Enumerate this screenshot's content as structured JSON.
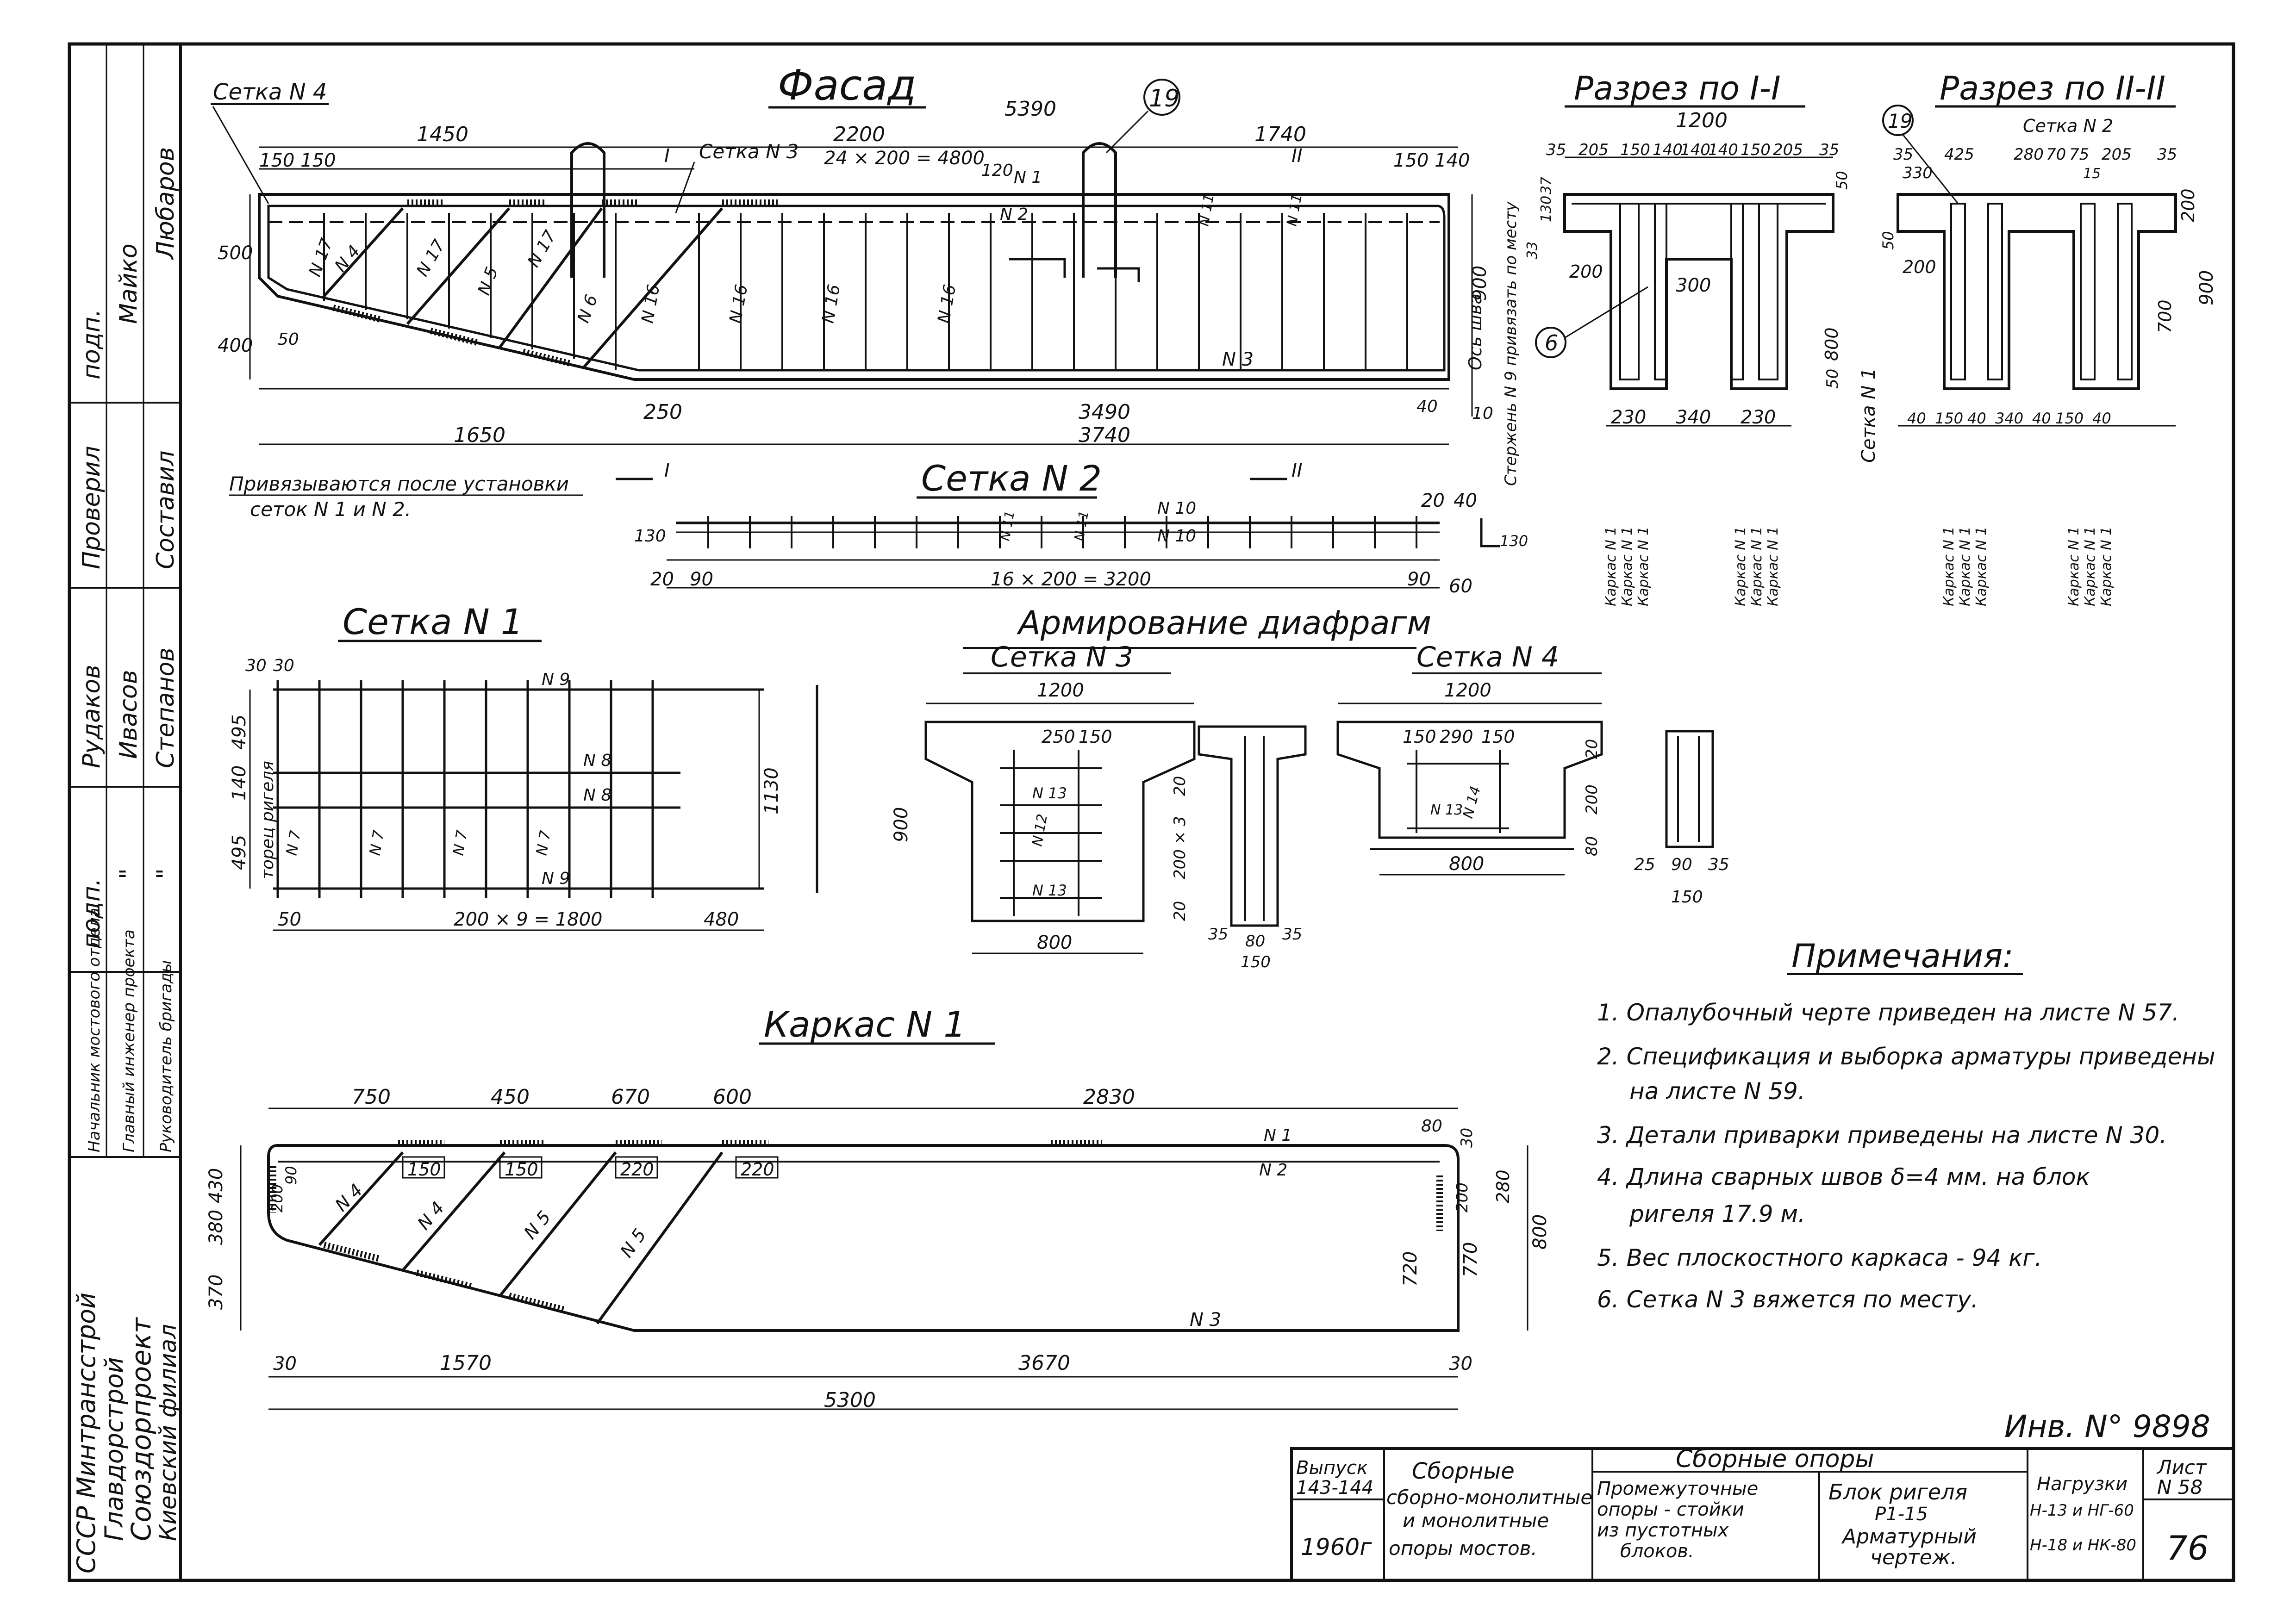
{
  "titles": {
    "facade": "Фасад",
    "section1": "Разрез по I-I",
    "section2": "Разрез по II-II",
    "mesh2": "Сетка N 2",
    "mesh1": "Сетка N 1",
    "diaphragms": "Армирование диафрагм",
    "mesh3": "Сетка N 3",
    "mesh4": "Сетка N 4",
    "frame1": "Каркас N 1",
    "notes": "Примечания:"
  },
  "facade": {
    "mesh4_label": "Сетка N 4",
    "mesh3_label": "Сетка N 3",
    "circle_19": "19",
    "dims": [
      "1450",
      "5390",
      "1740",
      "2200",
      "24 × 200 = 4800",
      "150 150",
      "150 140",
      "120",
      "500",
      "400",
      "50",
      "250",
      "3490",
      "3740",
      "1650",
      "40",
      "10",
      "900"
    ],
    "bars": [
      "N 17",
      "N 4",
      "N 17",
      "N 5",
      "N 17",
      "N 6",
      "N 16",
      "N 16",
      "N 16",
      "N 16",
      "N 1",
      "N 2",
      "N 11",
      "N 11",
      "N 3"
    ],
    "axis_label": "Ось шва",
    "rod_note": "Стержень N 9 привязать по месту",
    "bind_note_1": "Привязываются после установки",
    "bind_note_2": "сеток N 1 и N 2.",
    "cut1": "I",
    "cut2": "II"
  },
  "mesh2": {
    "dims": [
      "130",
      "20",
      "90",
      "16 × 200 = 3200",
      "90",
      "60",
      "20",
      "40",
      "130"
    ],
    "bars": [
      "N 10",
      "N 10",
      "N 11",
      "N 11"
    ]
  },
  "section1": {
    "dims": [
      "1200",
      "35",
      "205",
      "150",
      "140",
      "140",
      "140",
      "150",
      "205",
      "35",
      "50",
      "37",
      "130",
      "33",
      "200",
      "300",
      "800",
      "50",
      "230",
      "340",
      "230"
    ],
    "circle_6": "6",
    "side_label": "Сетка N 1",
    "frames": [
      "Каркас N 1",
      "Каркас N 1",
      "Каркас N 1",
      "Каркас N 1",
      "Каркас N 1",
      "Каркас N 1"
    ]
  },
  "section2": {
    "dims": [
      "35",
      "425",
      "280",
      "70",
      "75",
      "205",
      "35",
      "330",
      "15",
      "50",
      "200",
      "700",
      "900",
      "200",
      "40",
      "150",
      "40",
      "340",
      "40",
      "150",
      "40"
    ],
    "mesh2_label": "Сетка N 2",
    "circle_19": "19",
    "frames": [
      "Каркас N 1",
      "Каркас N 1",
      "Каркас N 1",
      "Каркас N 1",
      "Каркас N 1",
      "Каркас N 1"
    ]
  },
  "mesh1": {
    "dims": [
      "30",
      "30",
      "495",
      "140",
      "495",
      "50",
      "200 × 9 = 1800",
      "480",
      "1130"
    ],
    "side_labels": [
      "торец ригеля"
    ],
    "bars": [
      "N 9",
      "N 8",
      "N 8",
      "N 9",
      "N 7",
      "N 7",
      "N 7",
      "N 7"
    ]
  },
  "diaphragm3": {
    "dims": [
      "1200",
      "250",
      "150",
      "900",
      "800",
      "20",
      "200 × 3",
      "20",
      "35",
      "80",
      "35",
      "150"
    ],
    "bars": [
      "N 13",
      "N 12",
      "N 13"
    ]
  },
  "diaphragm4": {
    "dims": [
      "1200",
      "150",
      "290",
      "150",
      "20",
      "200",
      "80",
      "800",
      "25",
      "90",
      "35",
      "150"
    ],
    "bars": [
      "N 13",
      "N 14"
    ]
  },
  "frame1": {
    "dims_top": [
      "750",
      "450",
      "670",
      "600",
      "2830"
    ],
    "dims_weld": [
      "150",
      "150",
      "220",
      "220"
    ],
    "dims_left": [
      "430",
      "380",
      "370"
    ],
    "dims_right": [
      "80",
      "30",
      "280",
      "200",
      "720",
      "770",
      "800"
    ],
    "inner": [
      "200",
      "90"
    ],
    "dims_bottom": [
      "30",
      "1570",
      "3670",
      "30",
      "5300"
    ],
    "bars": [
      "N 1",
      "N 2",
      "N 4",
      "N 4",
      "N 5",
      "N 5",
      "N 3"
    ]
  },
  "notes": [
    "1. Опалубочный черте приведен на листе N 57.",
    "2. Спецификация и выборка арматуры приведены",
    "на листе N 59.",
    "3. Детали приварки приведены на листе N 30.",
    "4. Длина сварных швов δ=4 мм. на блок",
    "ригеля 17.9 м.",
    "5. Вес плоскостного каркаса - 94 кг.",
    "6. Сетка N 3 вяжется по месту."
  ],
  "inventory": "Инв. N° 9898",
  "left_strip": {
    "rows": [
      {
        "role": "подп.",
        "name": "Майко",
        "sub": "Любаров"
      },
      {
        "role": "Проверил",
        "name": "Составил"
      },
      {
        "role": "Рудаков",
        "name": "Ивасов",
        "sub": "Степанов"
      },
      {
        "role": "подп.",
        "name": "\"",
        "sub": "\""
      }
    ],
    "titles": [
      "Начальник мостового отдела",
      "Главный инженер проекта",
      "Руководитель бригады"
    ],
    "org": [
      "СССР Минтрансстрой",
      "Главдорстрой",
      "Союздорпроект",
      "Киевский филиал"
    ]
  },
  "title_block": {
    "issue_label": "Выпуск",
    "issue_value": "143-144",
    "year": "1960г",
    "series": [
      "Сборные",
      "сборно-монолитные",
      "и монолитные",
      "опоры мостов."
    ],
    "header": "Сборные опоры",
    "type": [
      "Промежуточные",
      "опоры - стойки",
      "из пустотных",
      "блоков."
    ],
    "block": [
      "Блок ригеля",
      "Р1-15",
      "Арматурный",
      "чертеж."
    ],
    "loads_label": "Нагрузки",
    "loads": [
      "Н-13 и НГ-60",
      "Н-18 и НК-80"
    ],
    "sheet_label": "Лист",
    "sheet_no": "N 58",
    "page": "76"
  }
}
